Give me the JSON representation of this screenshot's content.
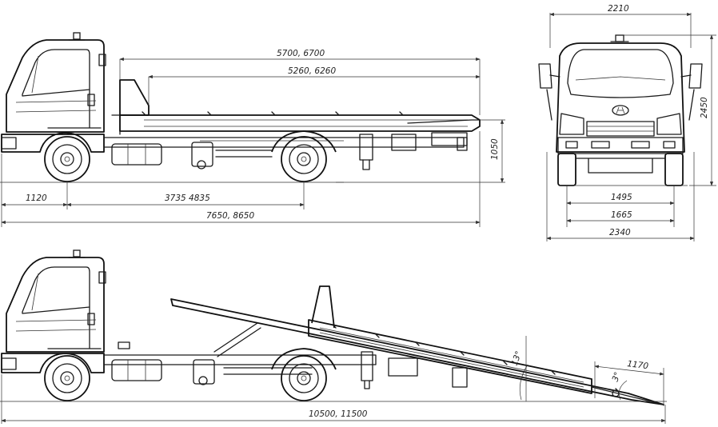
{
  "dimensions": {
    "side_top": {
      "body_length_outer": "5700, 6700",
      "body_length_inner": "5260, 6260",
      "frame_height": "1050",
      "front_overhang": "1120",
      "wheelbase": "3735  4835",
      "overall_length": "7650, 8650"
    },
    "front_view": {
      "width_top": "2210",
      "height": "2450",
      "track": "1495",
      "body_width": "1665",
      "overall_width": "2340"
    },
    "side_tilted": {
      "tilt_angle": "13°",
      "ramp_angle": "3°",
      "ramp_length": "1170",
      "overall_length": "10500, 11500"
    }
  },
  "icons": {
    "logo": "hyundai-logo-icon"
  }
}
